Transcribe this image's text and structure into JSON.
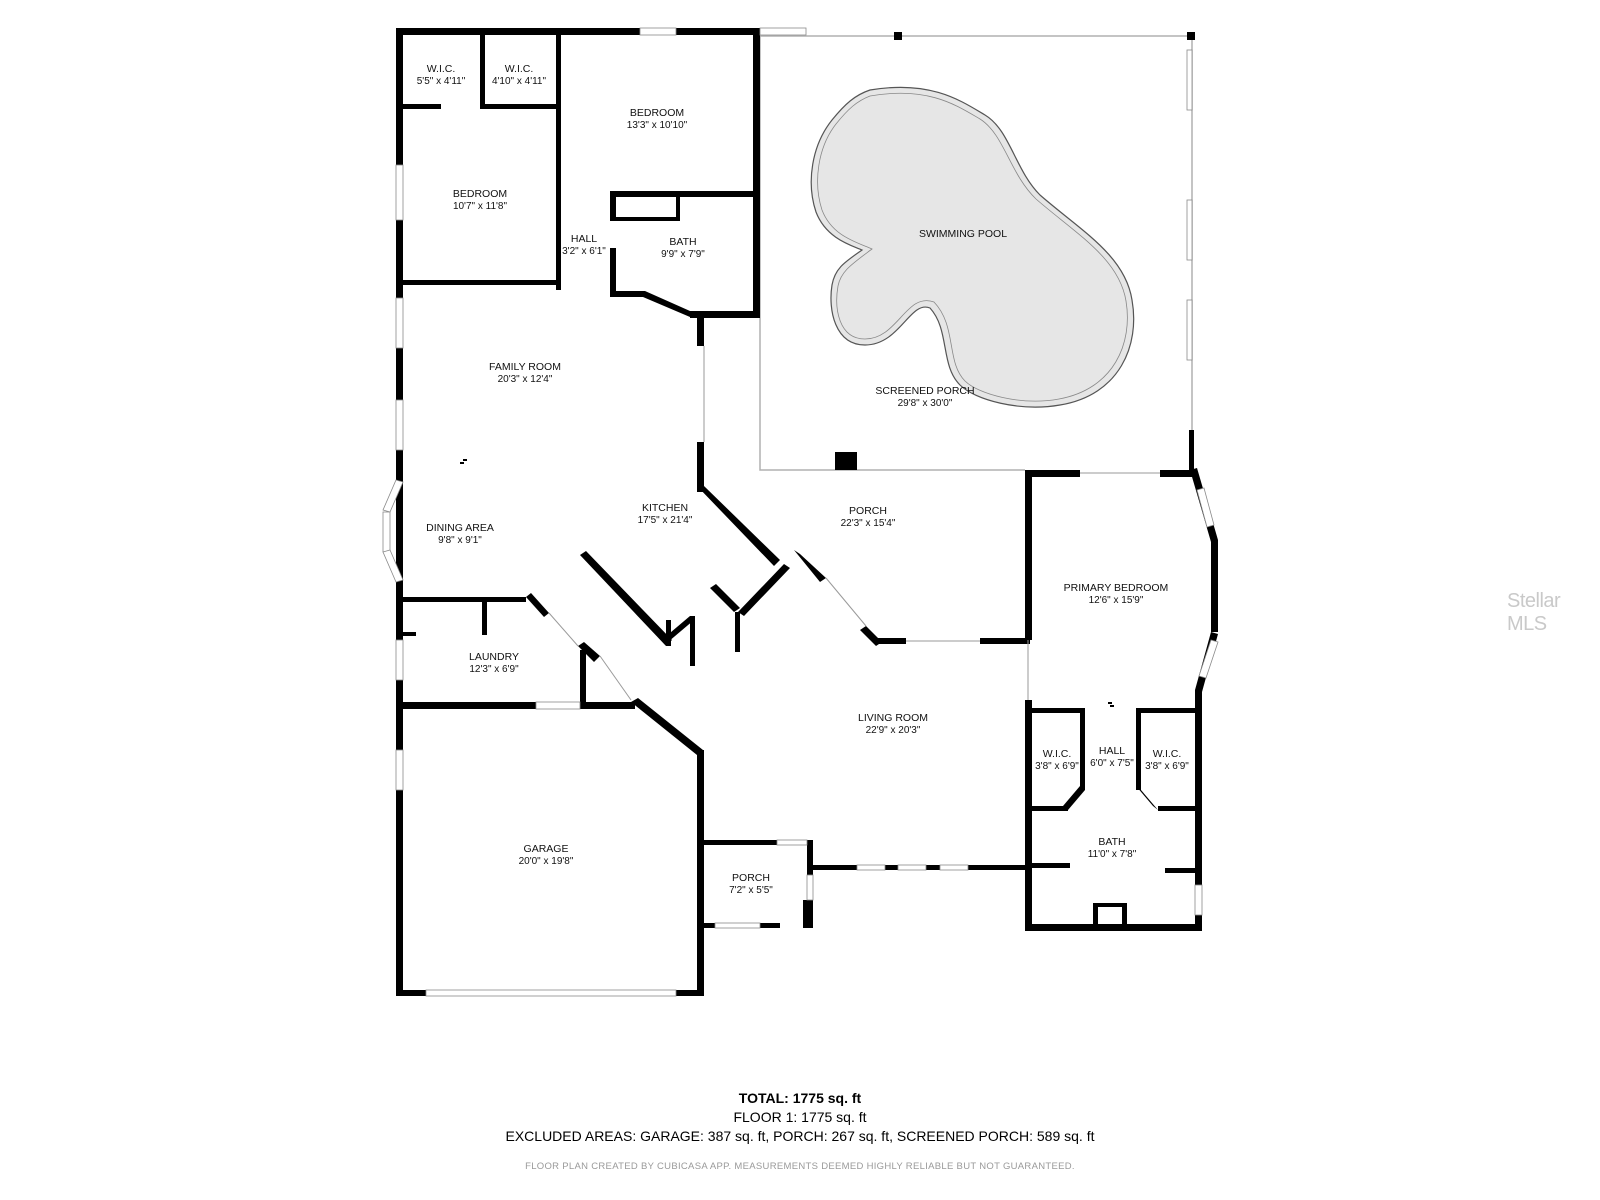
{
  "rooms": [
    {
      "id": "wic-1",
      "name": "W.I.C.",
      "dims": "5'5\" x 4'11\""
    },
    {
      "id": "wic-2",
      "name": "W.I.C.",
      "dims": "4'10\" x 4'11\""
    },
    {
      "id": "bedroom-2",
      "name": "BEDROOM",
      "dims": "13'3\" x 10'10\""
    },
    {
      "id": "bedroom-1",
      "name": "BEDROOM",
      "dims": "10'7\" x 11'8\""
    },
    {
      "id": "hall-1",
      "name": "HALL",
      "dims": "3'2\" x 6'1\""
    },
    {
      "id": "bath-1",
      "name": "BATH",
      "dims": "9'9\" x 7'9\""
    },
    {
      "id": "swimming-pool",
      "name": "SWIMMING POOL",
      "dims": ""
    },
    {
      "id": "screened-porch",
      "name": "SCREENED PORCH",
      "dims": "29'8\" x 30'0\""
    },
    {
      "id": "family-room",
      "name": "FAMILY ROOM",
      "dims": "20'3\" x 12'4\""
    },
    {
      "id": "kitchen",
      "name": "KITCHEN",
      "dims": "17'5\" x 21'4\""
    },
    {
      "id": "porch-rear",
      "name": "PORCH",
      "dims": "22'3\" x 15'4\""
    },
    {
      "id": "dining-area",
      "name": "DINING AREA",
      "dims": "9'8\" x 9'1\""
    },
    {
      "id": "primary-bedroom",
      "name": "PRIMARY BEDROOM",
      "dims": "12'6\" x 15'9\""
    },
    {
      "id": "laundry",
      "name": "LAUNDRY",
      "dims": "12'3\" x 6'9\""
    },
    {
      "id": "living-room",
      "name": "LIVING ROOM",
      "dims": "22'9\" x 20'3\""
    },
    {
      "id": "wic-3",
      "name": "W.I.C.",
      "dims": "3'8\" x 6'9\""
    },
    {
      "id": "hall-2",
      "name": "HALL",
      "dims": "6'0\" x 7'5\""
    },
    {
      "id": "wic-4",
      "name": "W.I.C.",
      "dims": "3'8\" x 6'9\""
    },
    {
      "id": "bath-2",
      "name": "BATH",
      "dims": "11'0\" x 7'8\""
    },
    {
      "id": "garage",
      "name": "GARAGE",
      "dims": "20'0\" x 19'8\""
    },
    {
      "id": "porch-front",
      "name": "PORCH",
      "dims": "7'2\" x 5'5\""
    }
  ],
  "footer": {
    "total": "TOTAL: 1775 sq. ft",
    "floor": "FLOOR 1: 1775 sq. ft",
    "excluded": "EXCLUDED AREAS: GARAGE: 387 sq. ft, PORCH: 267 sq. ft, SCREENED PORCH: 589 sq. ft",
    "note": "FLOOR PLAN CREATED BY CUBICASA APP. MEASUREMENTS DEEMED HIGHLY RELIABLE BUT NOT GUARANTEED."
  },
  "watermark": "Stellar MLS",
  "colors": {
    "walls": "#000000",
    "pool_fill": "#e6e6e6",
    "screen_lines": "#b0b0b0",
    "window": "#ffffff",
    "background": "#ffffff"
  }
}
